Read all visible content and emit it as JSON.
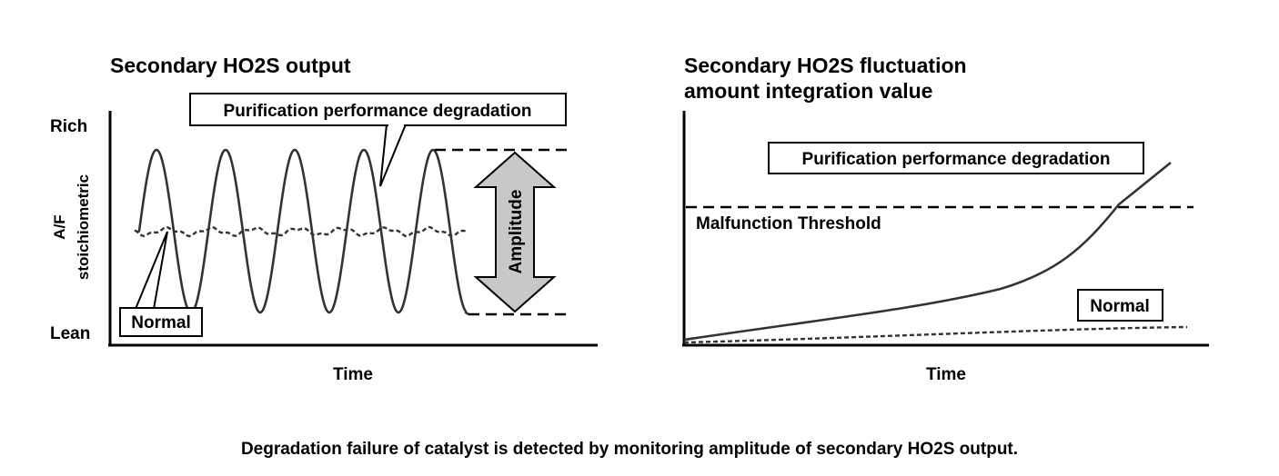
{
  "left_panel": {
    "title": "Secondary HO2S output",
    "y_label_top": "Rich",
    "y_label_bottom": "Lean",
    "y_axis_label_line1": "A/F",
    "y_axis_label_line2": "stoichiometric",
    "x_axis_label": "Time",
    "callout_degradation": "Purification performance degradation",
    "callout_normal": "Normal",
    "amplitude_label": "Amplitude"
  },
  "right_panel": {
    "title_line1": "Secondary HO2S fluctuation",
    "title_line2": "amount integration value",
    "x_axis_label": "Time",
    "callout_degradation": "Purification performance degradation",
    "threshold_label": "Malfunction Threshold",
    "callout_normal": "Normal"
  },
  "caption": "Degradation failure of catalyst is detected by monitoring amplitude of secondary HO2S output.",
  "colors": {
    "line": "#333333",
    "arrow_fill": "#c8c8c8"
  }
}
